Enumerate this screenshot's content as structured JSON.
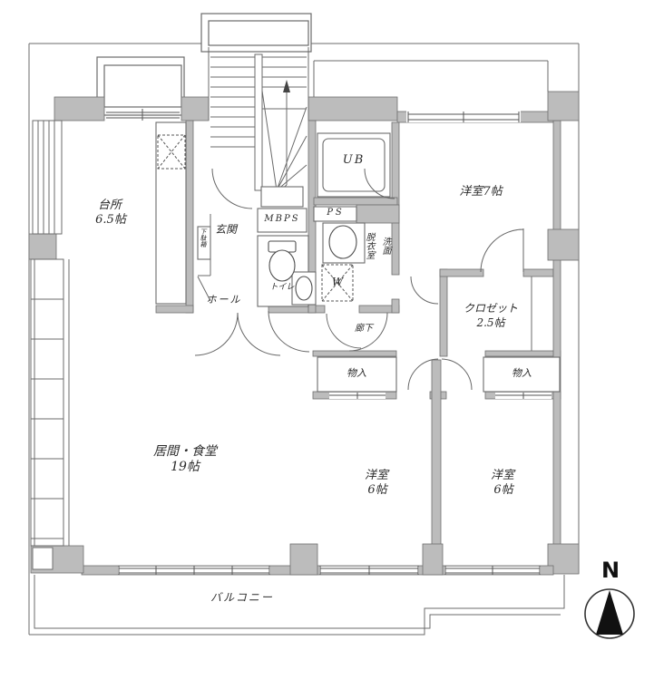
{
  "colors": {
    "wall_fill": "#bcbcbc",
    "wall_outline": "#6f6f6f",
    "thin_line": "#6b6b6b",
    "text": "#2b2b2b",
    "compass_fill": "#111111"
  },
  "rooms": {
    "kitchen": {
      "name": "台所",
      "size": "6.5帖"
    },
    "living_dining": {
      "name": "居間・食堂",
      "size": "19帖"
    },
    "western_room_7": {
      "name": "洋室7帖"
    },
    "closet": {
      "name": "クロゼット",
      "size": "2.5帖"
    },
    "western_room_6_left": {
      "name": "洋室",
      "size": "6帖"
    },
    "western_room_6_right": {
      "name": "洋室",
      "size": "6帖"
    },
    "entrance": {
      "name": "玄関"
    },
    "hall": {
      "name": "ホール"
    },
    "corridor": {
      "name": "廊下"
    },
    "toilet": {
      "name": "トイレ"
    },
    "unit_bath": {
      "name": "UB"
    },
    "washstand": {
      "name": "洗面"
    },
    "dressing_room": {
      "name": "脱衣室"
    },
    "balcony": {
      "name": "バルコニー"
    }
  },
  "labels": {
    "pipe_space": "PS",
    "meter_box_pipe_space": "MBPS",
    "washing_machine": "W",
    "shoe_cabinet": "下駄箱",
    "storage_left": "物入",
    "storage_right": "物入"
  },
  "compass": {
    "north": "N"
  }
}
